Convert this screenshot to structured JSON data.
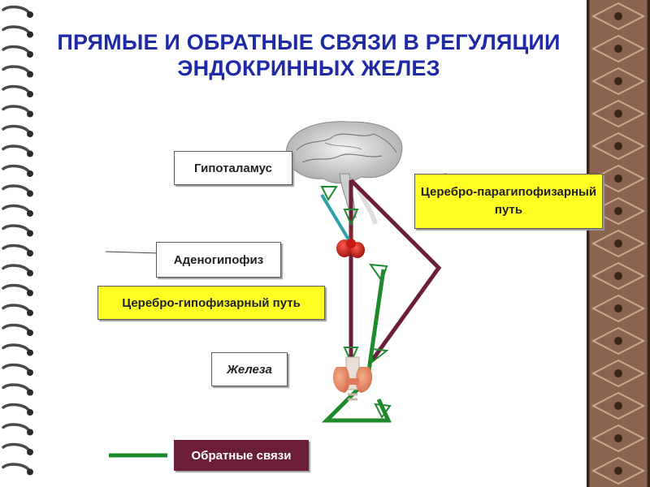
{
  "title": {
    "line1": "ПРЯМЫЕ И ОБРАТНЫЕ СВЯЗИ В РЕГУЛЯЦИИ",
    "line2": "ЭНДОКРИННЫХ ЖЕЛЕЗ"
  },
  "labels": {
    "hypothalamus": "Гипоталамус",
    "adenohypophysis": "Аденогипофиз",
    "gland": "Железа",
    "cerebro_hypophyseal": "Церебро-гипофизарный путь",
    "cerebro_parahypophyseal": "Церебро-парагипофизарный путь"
  },
  "legend": {
    "label": "Обратные связи"
  },
  "colors": {
    "title": "#1f2aa6",
    "direct_path": "#6b1d3a",
    "feedback": "#1e8a2c",
    "teal_path": "#2aa0a8",
    "highlight": "#ffff24",
    "frame": "#6b4a3a"
  },
  "icons": [
    "brain-icon",
    "pituitary-icon",
    "thyroid-icon",
    "spiral-binding-icon"
  ]
}
